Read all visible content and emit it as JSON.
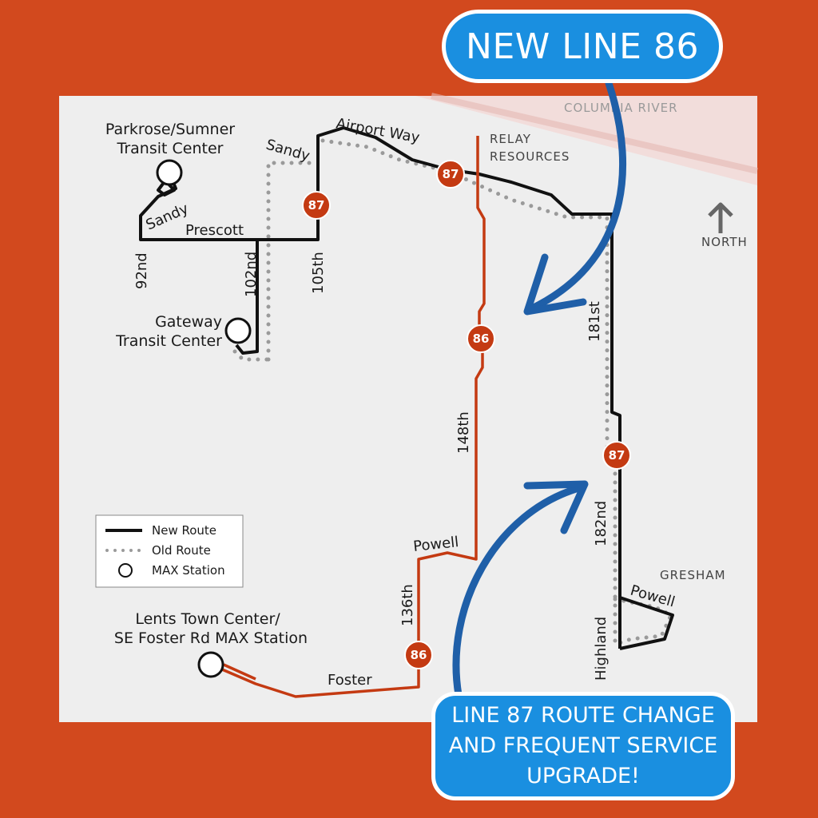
{
  "colors": {
    "background": "#d2491e",
    "map_bg": "#eeeeee",
    "route_86": "#c43a12",
    "new_route": "#111111",
    "old_route": "#9a9a9a",
    "callout_blue": "#1a8fe0",
    "arrow_blue": "#1f5fa8"
  },
  "callouts": {
    "new_line": "NEW LINE 86",
    "route_change": [
      "LINE 87 ROUTE CHANGE",
      "AND FREQUENT SERVICE",
      "UPGRADE!"
    ]
  },
  "map": {
    "geography": {
      "river": "COLUMBIA RIVER",
      "north": "NORTH",
      "gresham": "GRESHAM",
      "relay": [
        "RELAY",
        "RESOURCES"
      ]
    },
    "stations": {
      "parkrose": [
        "Parkrose/Sumner",
        "Transit Center"
      ],
      "gateway": [
        "Gateway",
        "Transit Center"
      ],
      "lents": [
        "Lents Town Center/",
        "SE Foster Rd MAX Station"
      ]
    },
    "streets": {
      "sandy_upper": "Sandy",
      "sandy_lower": "Sandy",
      "airport_way": "Airport Way",
      "prescott": "Prescott",
      "s92nd": "92nd",
      "s102nd": "102nd",
      "s105th": "105th",
      "s148th": "148th",
      "s136th": "136th",
      "s181st": "181st",
      "s182nd": "182nd",
      "powell_west": "Powell",
      "powell_east": "Powell",
      "foster": "Foster",
      "highland": "Highland"
    },
    "badges": {
      "b87_105th": "87",
      "b87_airport": "87",
      "b86_148th": "86",
      "b87_182nd": "87",
      "b86_136th": "86"
    },
    "legend": {
      "new_route": "New Route",
      "old_route": "Old Route",
      "max_station": "MAX Station"
    }
  }
}
